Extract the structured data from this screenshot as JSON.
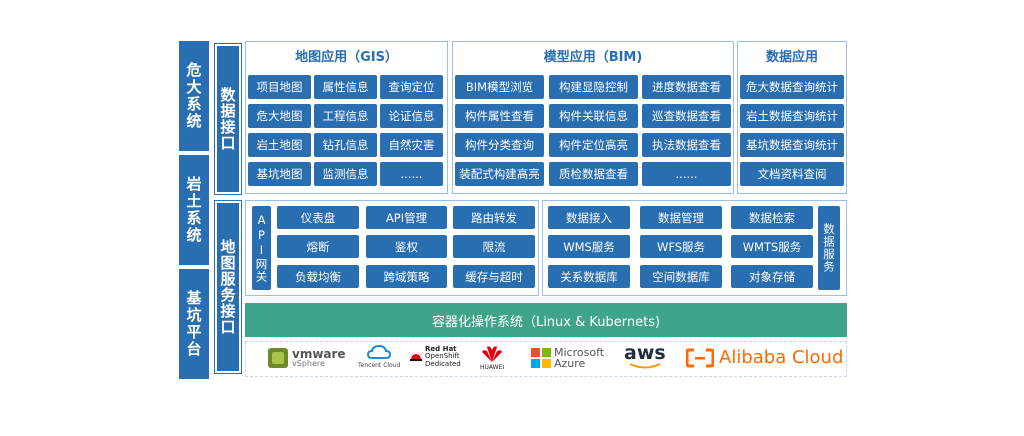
{
  "left_systems": [
    "危大系统",
    "岩土系统",
    "基坑平台"
  ],
  "data_interface_label": "数据接口",
  "map_service_label": "地图服务接口",
  "gis": {
    "title": "地图应用（GIS）",
    "cells": [
      "项目地图",
      "属性信息",
      "查询定位",
      "危大地图",
      "工程信息",
      "论证信息",
      "岩土地图",
      "钻孔信息",
      "自然灾害",
      "基坑地图",
      "监测信息",
      "......"
    ]
  },
  "bim": {
    "title": "模型应用（BIM)",
    "cells": [
      "BIM模型浏览",
      "构建显隐控制",
      "进度数据查看",
      "构件属性查看",
      "构件关联信息",
      "巡查数据查看",
      "构件分类查询",
      "构件定位高亮",
      "执法数据查看",
      "装配式构建高亮",
      "质检数据查看",
      "......"
    ]
  },
  "data_app": {
    "title": "数据应用",
    "cells": [
      "危大数据查询统计",
      "岩土数据查询统计",
      "基坑数据查询统计",
      "文档资料查阅"
    ]
  },
  "api_gateway": {
    "label": "API网关",
    "cells": [
      "仪表盘",
      "API管理",
      "路由转发",
      "熔断",
      "鉴权",
      "限流",
      "负载均衡",
      "跨域策略",
      "缓存与超时"
    ]
  },
  "data_service": {
    "label": "数据服务",
    "cells": [
      "数据接入",
      "数据管理",
      "数据检索",
      "WMS服务",
      "WFS服务",
      "WMTS服务",
      "关系数据库",
      "空间数据库",
      "对象存储"
    ]
  },
  "container_os": "容器化操作系统（Linux & Kubernets)",
  "logos": {
    "vmware_main": "vmware",
    "vmware_sub": "vSphere",
    "tencent": "Tencent Cloud",
    "redhat_1": "Red Hat",
    "redhat_2": "OpenShift",
    "redhat_3": "Dedicated",
    "huawei": "HUAWEI",
    "ms_1": "Microsoft",
    "ms_2": "Azure",
    "aws": "aws",
    "alibaba": "Alibaba Cloud"
  },
  "colors": {
    "primary_blue": "#2a6eb2",
    "green_bar": "#3fa58a",
    "alibaba_orange": "#ff6a00",
    "huawei_red": "#e60012",
    "redhat_red": "#ee0000"
  }
}
